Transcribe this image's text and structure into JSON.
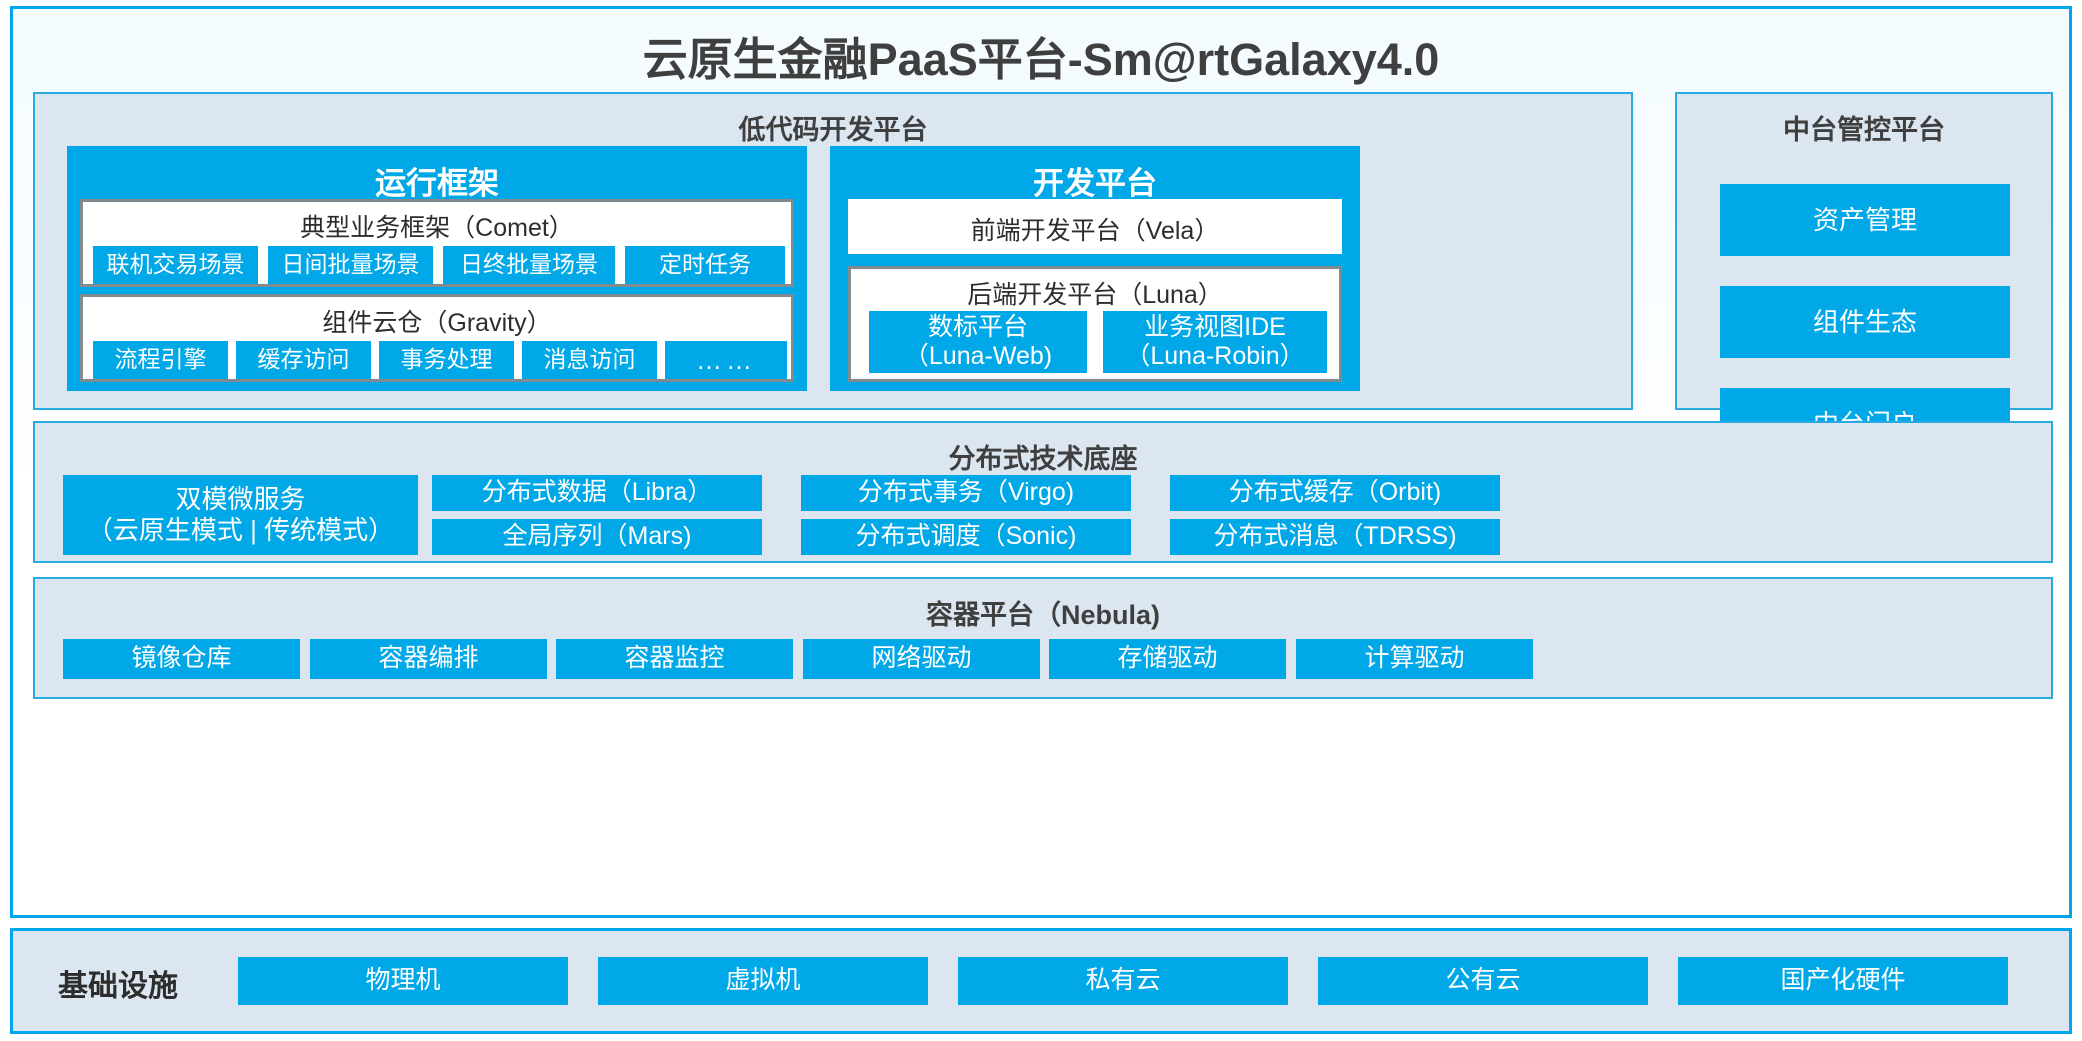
{
  "title": "云原生金融PaaS平台-Sm@rtGalaxy4.0",
  "colors": {
    "accent": "#00a8e8",
    "panel_bg": "#dce6f1",
    "panel_border": "#29abe2",
    "frame_border": "#00a6eb",
    "whitebox_border": "#808a8f",
    "text_dark": "#3f3f3f",
    "text_light": "#ffffff"
  },
  "lowcode": {
    "title": "低代码开发平台",
    "runtime": {
      "title": "运行框架",
      "comet": {
        "title": "典型业务框架（Comet）",
        "items": [
          "联机交易场景",
          "日间批量场景",
          "日终批量场景",
          "定时任务"
        ]
      },
      "gravity": {
        "title": "组件云仓（Gravity）",
        "items": [
          "流程引擎",
          "缓存访问",
          "事务处理",
          "消息访问",
          "……"
        ]
      }
    },
    "devplatform": {
      "title": "开发平台",
      "frontend": "前端开发平台（Vela）",
      "backend": {
        "title": "后端开发平台（Luna）",
        "items": [
          "数标平台\n（Luna-Web)",
          "业务视图IDE\n（Luna-Robin）"
        ]
      }
    }
  },
  "midoffice": {
    "title": "中台管控平台",
    "items": [
      "资产管理",
      "组件生态",
      "中台门户"
    ]
  },
  "distributed": {
    "title": "分布式技术底座",
    "microservice": "双模微服务\n（云原生模式 | 传统模式）",
    "grid": [
      [
        "分布式数据（Libra）",
        "分布式事务（Virgo)",
        "分布式缓存（Orbit)"
      ],
      [
        "全局序列（Mars)",
        "分布式调度（Sonic)",
        "分布式消息（TDRSS)"
      ]
    ]
  },
  "container": {
    "title": "容器平台（Nebula)",
    "items": [
      "镜像仓库",
      "容器编排",
      "容器监控",
      "网络驱动",
      "存储驱动",
      "计算驱动"
    ]
  },
  "infrastructure": {
    "label": "基础设施",
    "items": [
      "物理机",
      "虚拟机",
      "私有云",
      "公有云",
      "国产化硬件"
    ]
  }
}
